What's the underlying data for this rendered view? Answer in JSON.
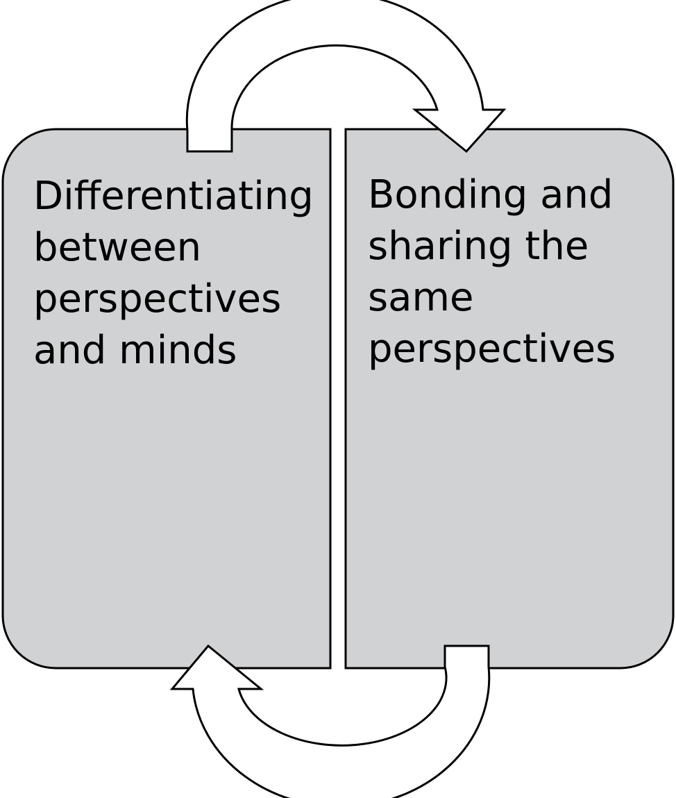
{
  "colors": {
    "panel_fill": "#d1d2d4",
    "arrow_fill": "#ffffff",
    "outline": "#000000",
    "background": "#ffffff"
  },
  "left_panel": {
    "lines": [
      "Differentiating",
      "between",
      "perspectives",
      "and minds"
    ]
  },
  "right_panel": {
    "lines": [
      "Bonding and",
      "sharing the",
      "same",
      "perspectives"
    ]
  },
  "arrows": {
    "top": "curved-arrow-left-to-right",
    "bottom": "curved-arrow-right-to-left"
  }
}
